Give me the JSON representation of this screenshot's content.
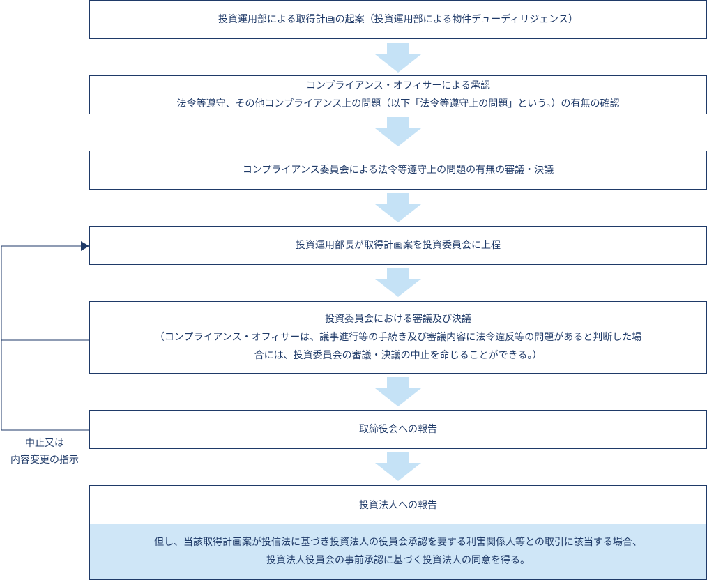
{
  "steps": [
    {
      "lines": [
        "投資運用部による取得計画の起案（投資運用部による物件デューディリジェンス）"
      ]
    },
    {
      "lines": [
        "コンプライアンス・オフィサーによる承認",
        "法令等遵守、その他コンプライアンス上の問題（以下「法令等遵守上の問題」という。）の有無の確認"
      ]
    },
    {
      "lines": [
        "コンプライアンス委員会による法令等遵守上の問題の有無の審議・決議"
      ]
    },
    {
      "lines": [
        "投資運用部長が取得計画案を投資委員会に上程"
      ]
    },
    {
      "lines": [
        "投資委員会における審議及び決議",
        "（コンプライアンス・オフィサーは、議事進行等の手続き及び審議内容に法令違反等の問題があると判断した場",
        "合には、投資委員会の審議・決議の中止を命じることができる。）"
      ]
    },
    {
      "lines": [
        "取締役会への報告"
      ]
    },
    {
      "lines": [
        "投資法人への報告"
      ]
    }
  ],
  "note": {
    "lines": [
      "但し、当該取得計画案が投信法に基づき投資法人の役員会承認を要する利害関係人等との取引に該当する場合、",
      "投資法人役員会の事前承認に基づく投資法人の同意を得る。"
    ]
  },
  "feedback_label": {
    "lines": [
      "中止又は",
      "内容変更の指示"
    ]
  },
  "colors": {
    "border": "#1f3a68",
    "text": "#1f3a68",
    "arrow": "#c5e2f6",
    "note_bg": "#cfe6f7"
  }
}
